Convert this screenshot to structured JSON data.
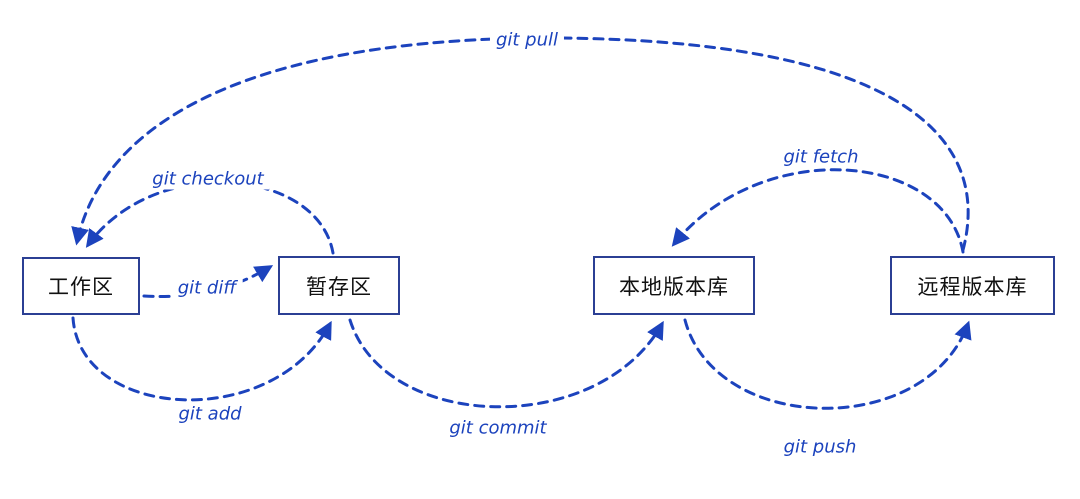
{
  "diagram": {
    "title": "git workflow diagram",
    "colors": {
      "arrow": "#1c43bd",
      "edge_label": "#1c43bd",
      "box_border": "#2b3f94",
      "box_fill": "#ffffff",
      "box_text": "#111111",
      "background": "#ffffff"
    },
    "nodes": [
      {
        "id": "working-directory",
        "label": "工作区"
      },
      {
        "id": "staging-area",
        "label": "暂存区"
      },
      {
        "id": "local-repo",
        "label": "本地版本库"
      },
      {
        "id": "remote-repo",
        "label": "远程版本库"
      }
    ],
    "edges": [
      {
        "id": "git-pull",
        "label": "git pull",
        "from": "remote-repo",
        "to": "working-directory"
      },
      {
        "id": "git-checkout",
        "label": "git checkout",
        "from": "staging-area",
        "to": "working-directory"
      },
      {
        "id": "git-diff",
        "label": "git diff",
        "from": "working-directory",
        "to": "staging-area"
      },
      {
        "id": "git-add",
        "label": "git add",
        "from": "working-directory",
        "to": "staging-area"
      },
      {
        "id": "git-commit",
        "label": "git commit",
        "from": "staging-area",
        "to": "local-repo"
      },
      {
        "id": "git-push",
        "label": "git push",
        "from": "local-repo",
        "to": "remote-repo"
      },
      {
        "id": "git-fetch",
        "label": "git fetch",
        "from": "remote-repo",
        "to": "local-repo"
      }
    ]
  }
}
